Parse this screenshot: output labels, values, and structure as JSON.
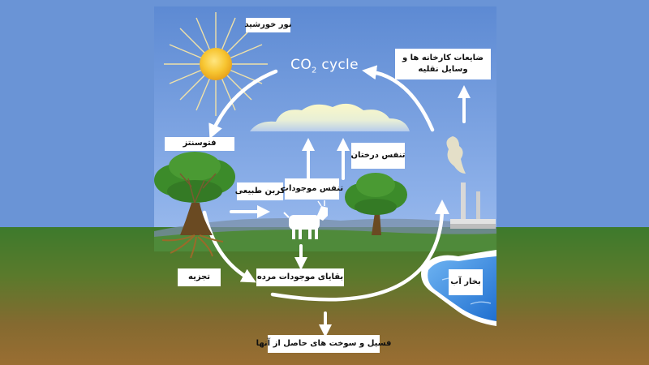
{
  "diagram": {
    "title": {
      "main": "CO",
      "sub": "2",
      "rest": " cycle"
    },
    "labels": {
      "sunlight": "نور خورشید",
      "factory_waste": "ضایعات کارخانه ها و وسایل نقلیه",
      "photosynthesis": "فتوسنتز",
      "tree_respiration": "تنفس درختان",
      "natural_carbon": "کربن طبیعی",
      "organism_respiration": "تنفس موجودات",
      "decomposition": "تجزیه",
      "dead_remains": "بقایای موجودات مرده",
      "water_vapor": "بخار آب",
      "fossils": "فسیل و سوخت های حاصل از آنها"
    }
  },
  "colors": {
    "sky_top": "#6e98dc",
    "sky_bottom": "#b9cef0",
    "grass": "#3f7d2e",
    "soil": "#8a6a30",
    "water": "#3d8fe0",
    "arrows": "#ffffff",
    "sun": "#f5c030",
    "tree_leaves": "#3c8b2a",
    "tree_trunk": "#6a4a22"
  },
  "icons": [
    "sun-icon",
    "cloud-icon",
    "tree-icon",
    "goat-icon",
    "factory-icon",
    "smoke-icon",
    "water-icon"
  ]
}
